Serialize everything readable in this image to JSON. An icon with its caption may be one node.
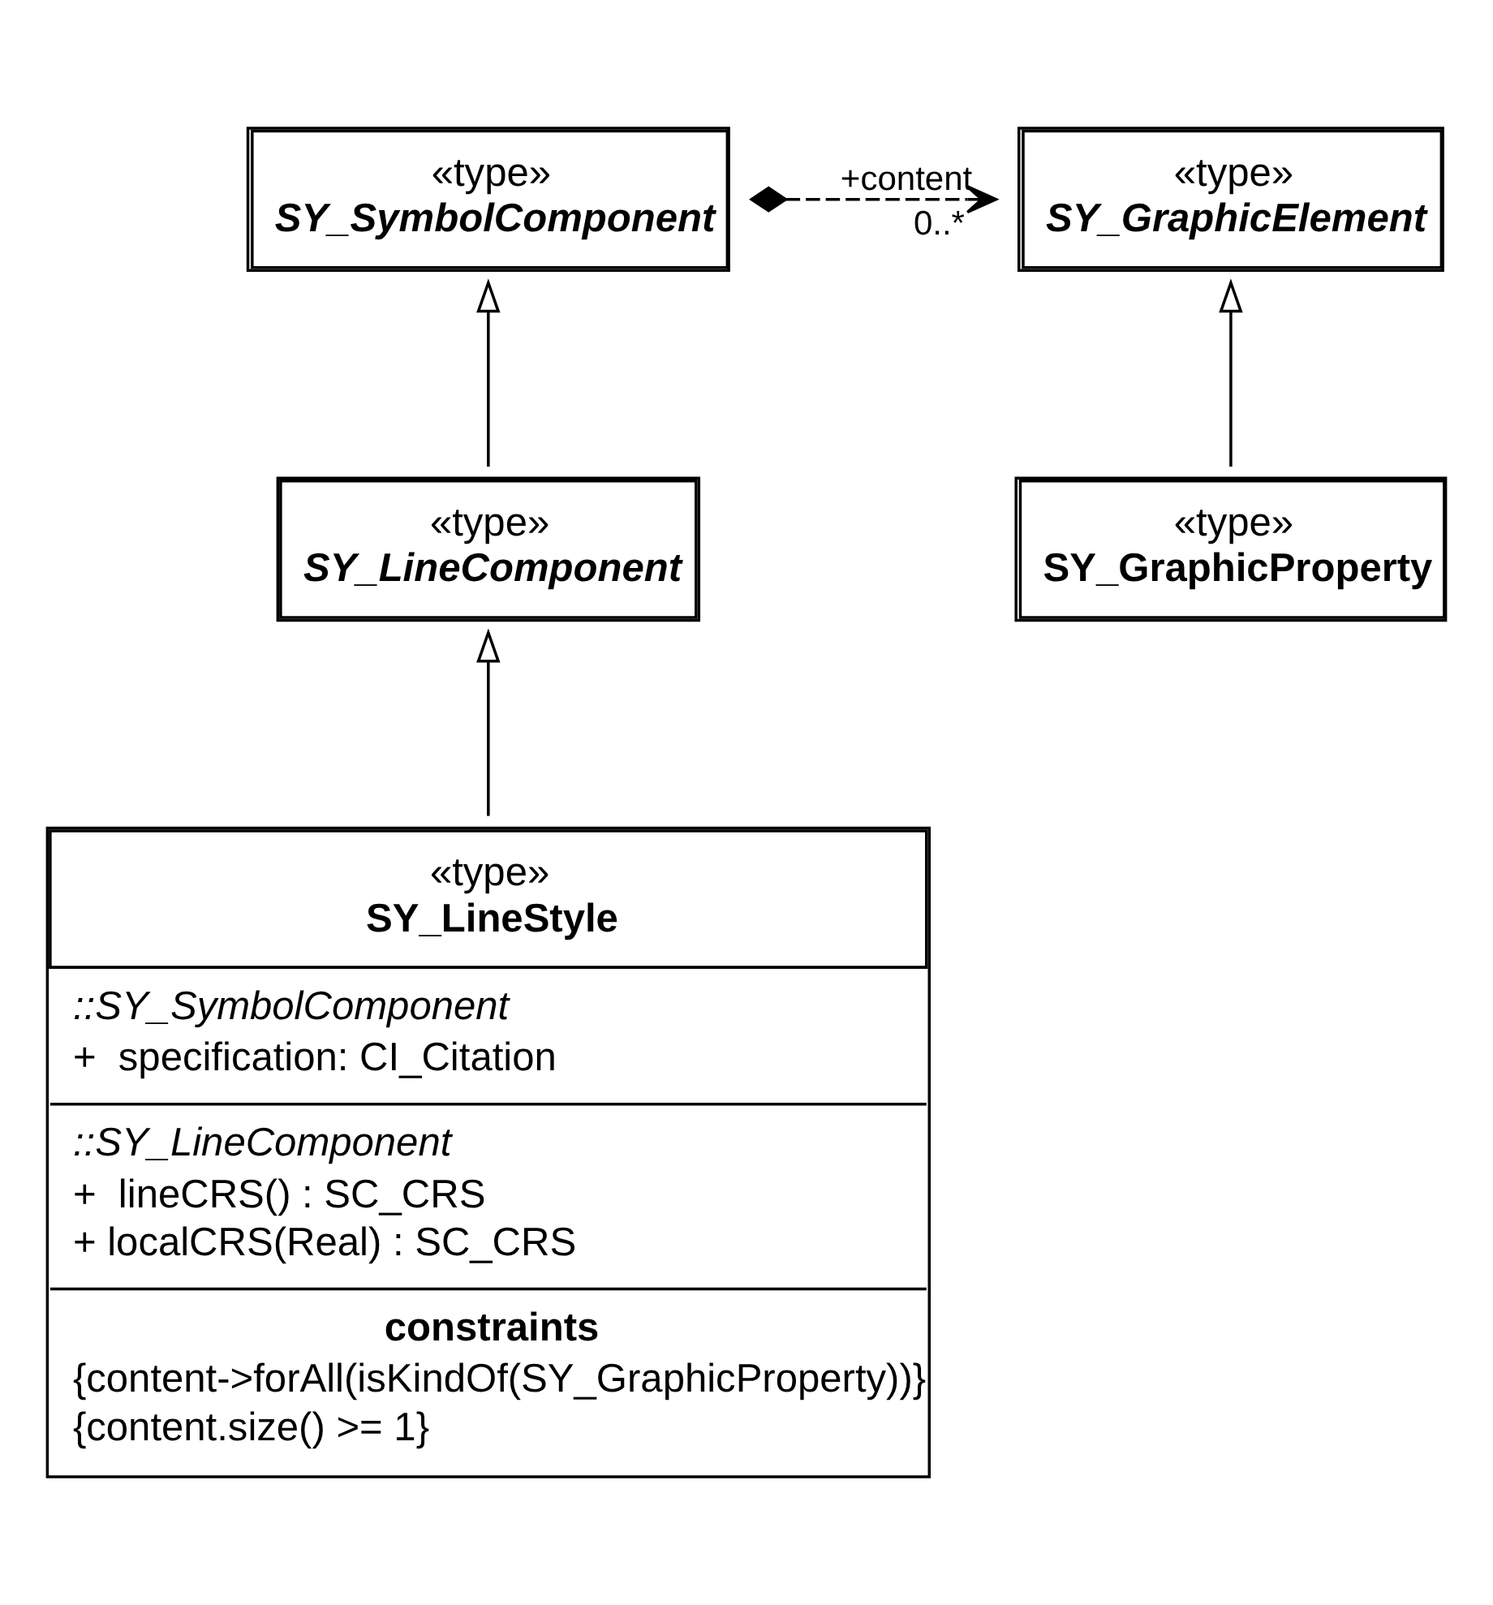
{
  "diagram": {
    "nodes": [
      {
        "text": [
          "«type»",
          "SY_SymbolComponent"
        ]
      },
      {
        "text": [
          "«type»",
          "SY_GraphicElement"
        ]
      },
      {
        "text": [
          "«type»",
          "SY_LineComponent"
        ]
      },
      {
        "text": [
          "«type»",
          "SY_GraphicProperty"
        ]
      },
      {
        "text": [
          "«type»",
          "SY_LineStyle",
          "::SY_SymbolComponent",
          "+  specification: CI_Citation",
          "::SY_LineComponent",
          "+  lineCRS() : SC_CRS",
          "+ localCRS(Real) : SC_CRS",
          "constraints",
          "{content->forAll(isKindOf(SY_GraphicProperty))}",
          "{content.size() >= 1}"
        ]
      }
    ],
    "edges": [
      {
        "from": 0,
        "to": 1,
        "arrow": "to",
        "label": "+content",
        "style": "dashed"
      },
      {
        "from": 2,
        "to": 0,
        "arrow": "to"
      },
      {
        "from": 3,
        "to": 1,
        "arrow": "to"
      },
      {
        "from": 4,
        "to": 2,
        "arrow": "to"
      }
    ],
    "labels": [
      "0..*"
    ]
  }
}
